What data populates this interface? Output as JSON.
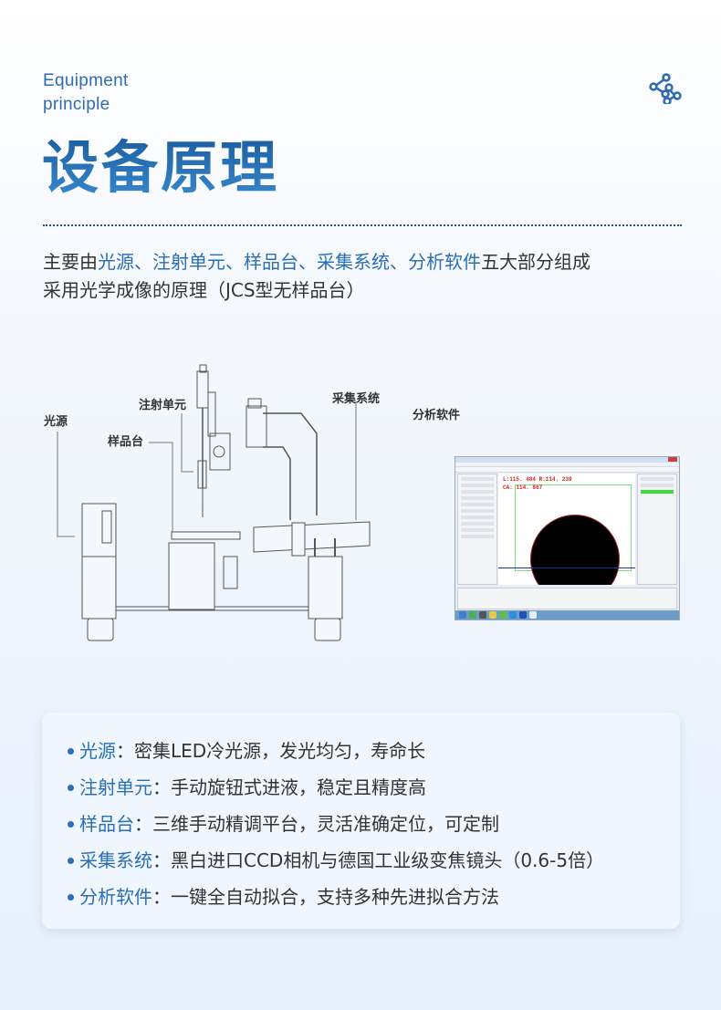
{
  "header": {
    "english_line1": "Equipment",
    "english_line2": "principle",
    "title": "设备原理",
    "share_icon": "share-nodes-icon"
  },
  "intro": {
    "prefix": "主要由",
    "components": [
      "光源",
      "注射单元",
      "样品台",
      "采集系统",
      "分析软件"
    ],
    "separator": "、",
    "suffix": "五大部分组成",
    "line2": "采用光学成像的原理（JCS型无样品台）"
  },
  "diagram": {
    "labels": {
      "light_source": "光源",
      "injection_unit": "注射单元",
      "sample_stage": "样品台",
      "acquisition_system": "采集系统",
      "analysis_software": "分析软件"
    },
    "software_screen": {
      "readout_line1": "L:115. 484   R:114. 239",
      "readout_line2": "CA:  114. 867"
    }
  },
  "features": [
    {
      "key": "光源",
      "colon": "：",
      "desc": "密集LED冷光源，发光均匀，寿命长"
    },
    {
      "key": "注射单元",
      "colon": "：",
      "desc": "手动旋钮式进液，稳定且精度高"
    },
    {
      "key": "样品台",
      "colon": "：",
      "desc": "三维手动精调平台，灵活准确定位，可定制"
    },
    {
      "key": "采集系统",
      "colon": "：",
      "desc": "黑白进口CCD相机与德国工业级变焦镜头（0.6-5倍）"
    },
    {
      "key": "分析软件",
      "colon": "：",
      "desc": "一键全自动拟合，支持多种先进拟合方法"
    }
  ],
  "colors": {
    "accent": "#2a6fb5",
    "title_gradient_top": "#1a5c9e",
    "title_gradient_bottom": "#3a8ad0",
    "divider": "#2a4a8e",
    "card_bg": "#eff6fe",
    "page_bg_bottom": "#e7f0fb"
  }
}
